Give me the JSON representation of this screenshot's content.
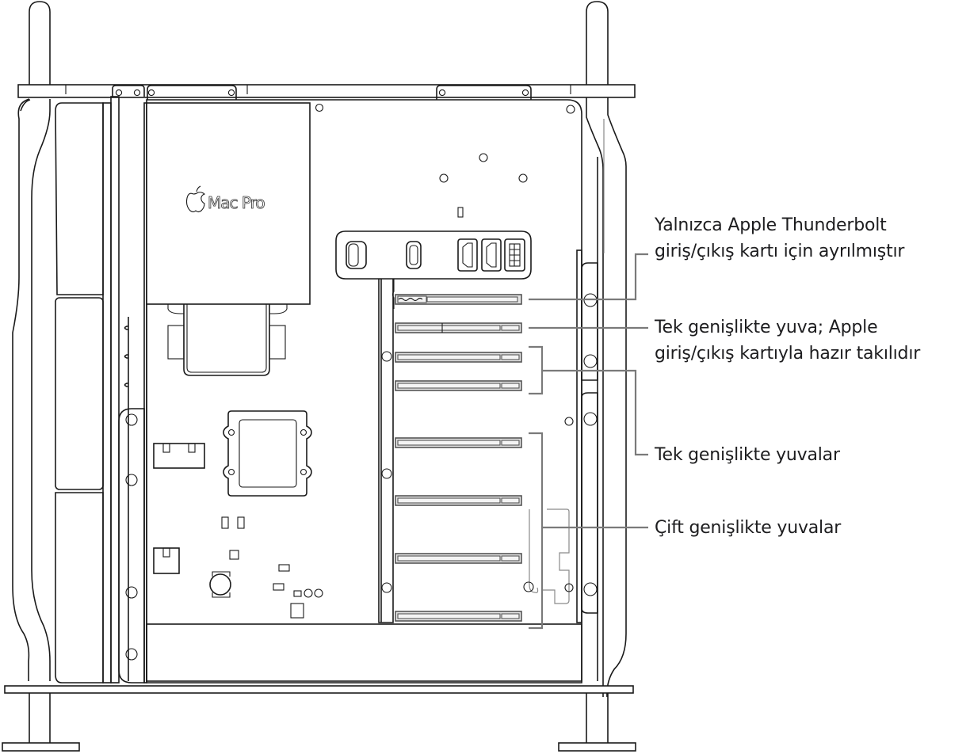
{
  "figure": {
    "subject": "Mac Pro internal view with PCIe expansion slots",
    "device_logo_text": "Mac Pro",
    "logo_icon": "apple-logo-icon"
  },
  "callouts": [
    {
      "id": "thunderbolt-io-slot",
      "lines": [
        "Yalnızca Apple Thunderbolt",
        "giriş/çıkış kartı için ayrılmıştır"
      ]
    },
    {
      "id": "single-width-io-slot",
      "lines": [
        "Tek genişlikte yuva; Apple",
        "giriş/çıkış kartıyla hazır takılıdır"
      ]
    },
    {
      "id": "single-width-slots",
      "lines": [
        "Tek genişlikte yuvalar"
      ]
    },
    {
      "id": "double-width-slots",
      "lines": [
        "Çift genişlikte yuvalar"
      ]
    }
  ],
  "io_panel": {
    "ports": [
      "usb-a-port-icon",
      "usb-c-port-icon",
      "hdmi-port-icon",
      "hdmi-port-icon",
      "power-connector-icon"
    ]
  },
  "colors": {
    "line": "#1a1a1a",
    "leader": "#7a7a7a",
    "slot_fill": "#e4e4e4",
    "text": "#1d1d1f"
  }
}
